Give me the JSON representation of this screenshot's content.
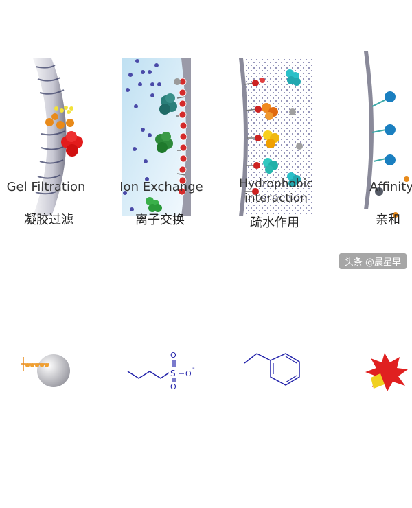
{
  "panels": [
    {
      "en": "Gel Filtration",
      "zh": "凝胶过滤"
    },
    {
      "en": "Ion Exchange",
      "zh": "离子交换"
    },
    {
      "en": "Hydrophobic interaction",
      "en_line1": "Hydrophobic",
      "en_line2": "interaction",
      "zh": "疏水作用"
    },
    {
      "en": "Affinity",
      "zh": "亲和"
    }
  ],
  "chem_labels": {
    "sulfonate": "S",
    "o_top": "O",
    "o_bottom": "O",
    "o_right": "O",
    "charge": "-"
  },
  "watermark": "头条 @晨星早",
  "colors": {
    "resin_red": "#d42a2a",
    "ion_blue": "#4a4aa8",
    "bond_blue": "#2222aa",
    "affinity_blue": "#1a7fc0"
  }
}
